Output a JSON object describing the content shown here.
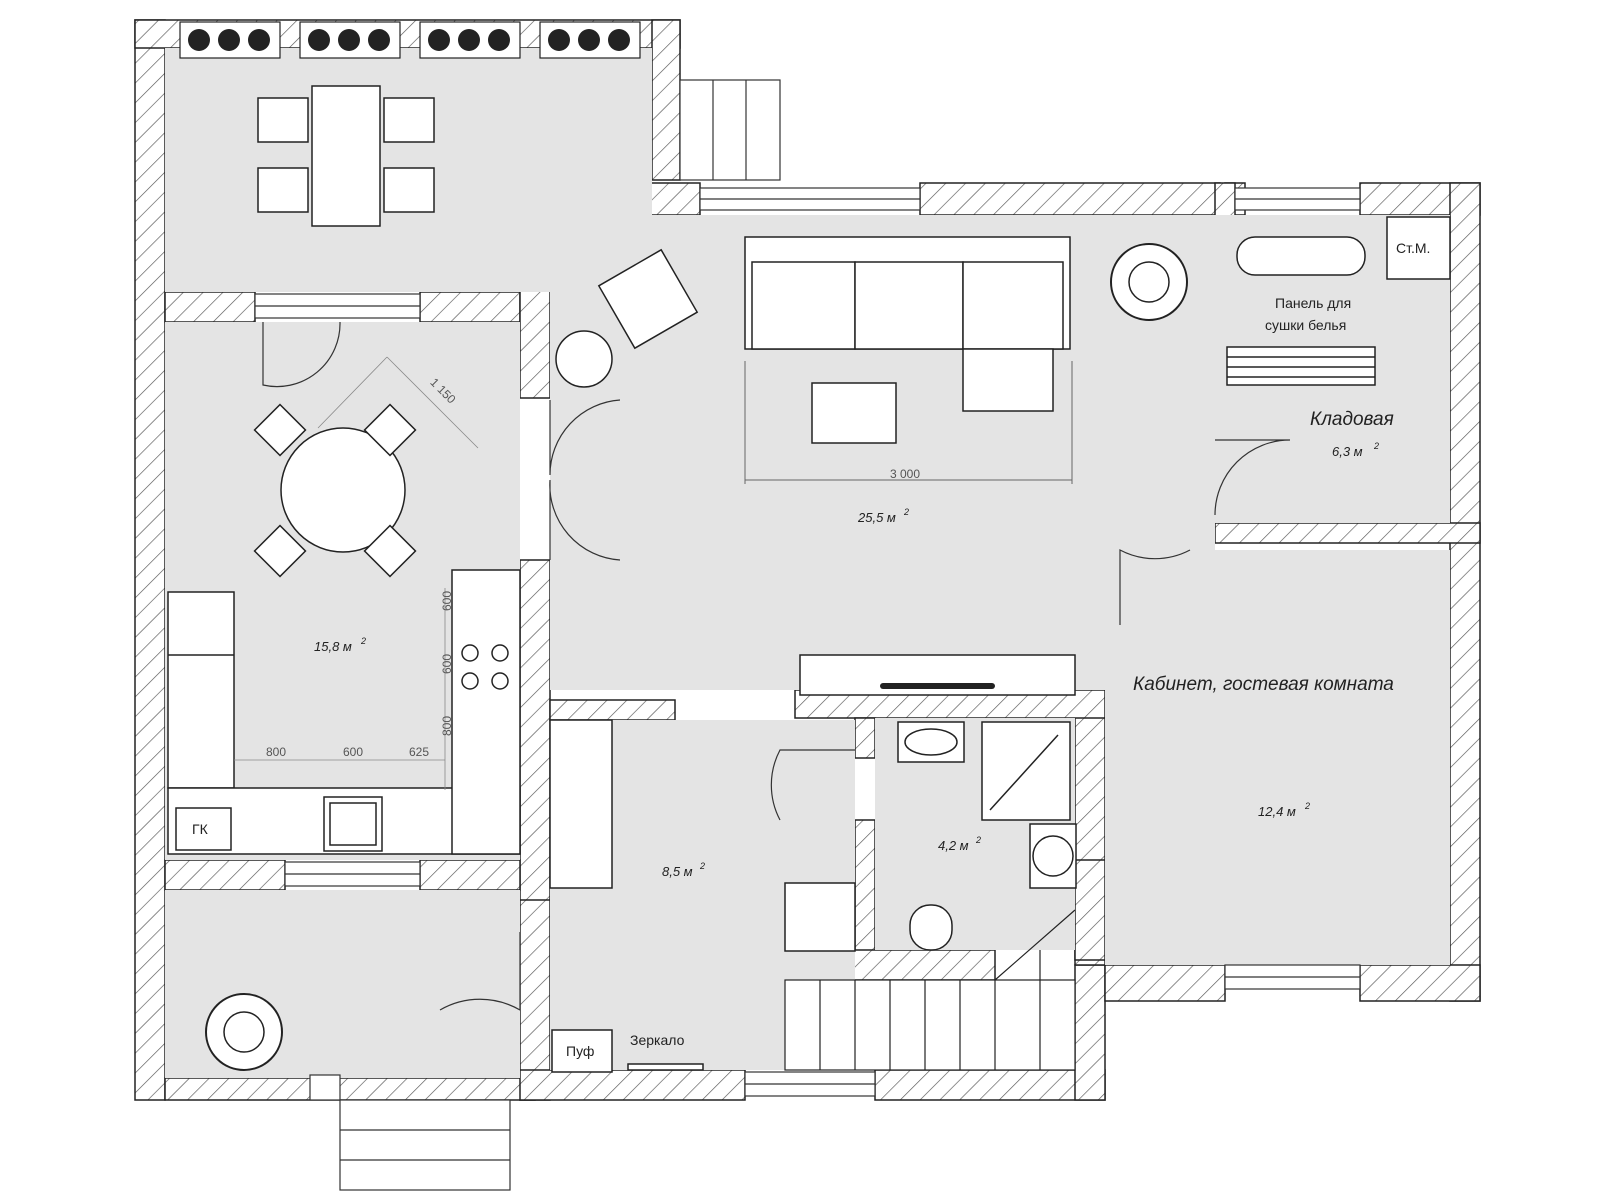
{
  "rooms": {
    "kitchen_area": "15,8 м",
    "living_area": "25,5 м",
    "storage_name": "Кладовая",
    "storage_area": "6,3 м",
    "office_name": "Кабинет, гостевая комната",
    "office_area": "12,4 м",
    "hall_area": "8,5 м",
    "bath_area": "4,2 м",
    "sq_sup": "2"
  },
  "labels": {
    "washer": "Ст.М.",
    "drying_panel_line1": "Панель для",
    "drying_panel_line2": "сушки белья",
    "boiler": "ГК",
    "pouf": "Пуф",
    "mirror": "Зеркало"
  },
  "dimensions": {
    "table_diagonal": "1 150",
    "rug_width": "3 000",
    "kitchen_v1": "600",
    "kitchen_v2": "600",
    "kitchen_v3": "800",
    "kitchen_h1": "800",
    "kitchen_h2": "600",
    "kitchen_h3": "625"
  },
  "colors": {
    "floor": "#e4e4e4",
    "wall_hatch": "#444444",
    "line": "#222222"
  }
}
